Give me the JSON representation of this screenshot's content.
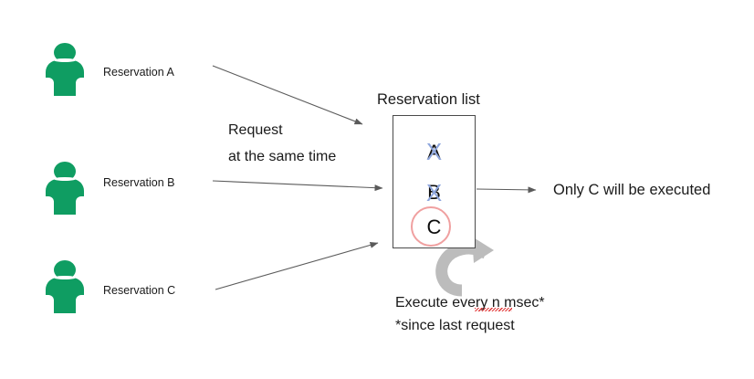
{
  "diagram": {
    "title_box_label": "Reservation list",
    "actors": [
      {
        "icon": "person-icon",
        "label": "Reservation A",
        "color": "#0f9d62"
      },
      {
        "icon": "person-icon",
        "label": "Reservation B",
        "color": "#0f9d62"
      },
      {
        "icon": "person-icon",
        "label": "Reservation C",
        "color": "#0f9d62"
      }
    ],
    "request_note": {
      "line1": "Request",
      "line2": "at the same time"
    },
    "queue_items": [
      {
        "letter": "A",
        "struck": true,
        "strike_mark": "X",
        "circled": false
      },
      {
        "letter": "B",
        "struck": true,
        "strike_mark": "X",
        "circled": false
      },
      {
        "letter": "C",
        "struck": false,
        "strike_mark": "",
        "circled": true
      }
    ],
    "result_label": "Only C will be executed",
    "execute_note": {
      "line1": "Execute every n msec*",
      "line2": "*since last request",
      "misspelled_word": "msec"
    },
    "loop_arrow": {
      "icon": "curved-loop-arrow-icon",
      "color": "#bcbcbc"
    },
    "colors": {
      "person_green": "#0f9d62",
      "strike_blue": "#8ea6dd",
      "highlight_circle": "#f0a0a0",
      "arrow_gray": "#5a5a5a",
      "loop_gray": "#bcbcbc",
      "box_border": "#4a4a4a",
      "spellcheck_red": "#e03131"
    }
  }
}
